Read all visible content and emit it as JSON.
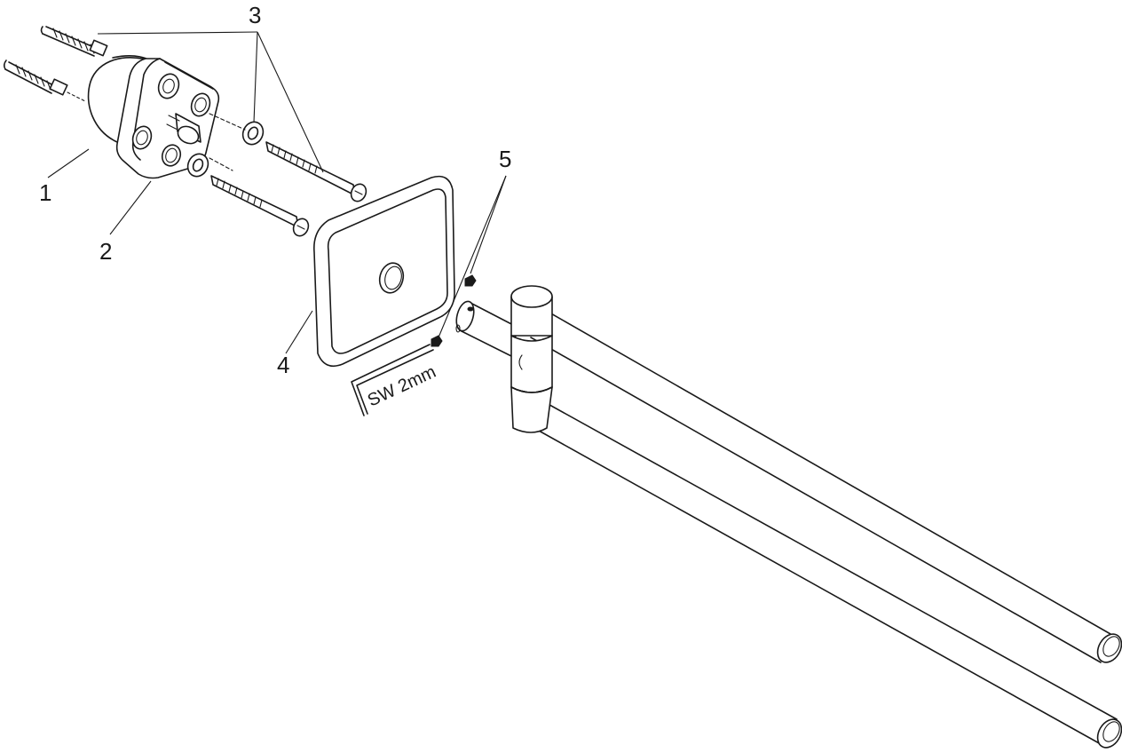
{
  "callouts": {
    "c1": "1",
    "c2": "2",
    "c3": "3",
    "c4": "4",
    "c5": "5"
  },
  "tool_label": "SW 2mm",
  "colors": {
    "line": "#1a1a1a",
    "background": "#ffffff"
  }
}
